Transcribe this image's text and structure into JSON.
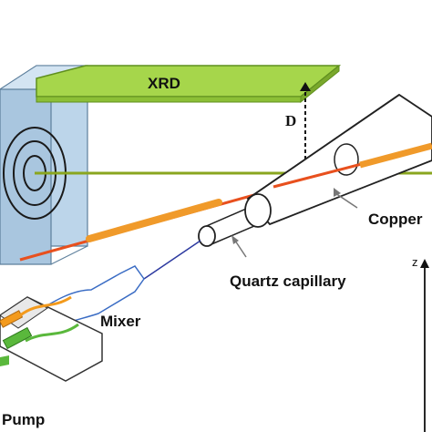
{
  "labels": {
    "xrd": "XRD",
    "d": "D",
    "copper": "Copper",
    "quartz_capillary": "Quartz capillary",
    "mixer": "Mixer",
    "pump": "Pump",
    "z_axis": "z"
  },
  "colors": {
    "xrd_plate": "#a6d64b",
    "xrd_plate_edge": "#5f8f1e",
    "beam_line": "#8aa61f",
    "detector_panel": "#bcd5ea",
    "laser_red": "#e8501e",
    "sample_orange": "#f09a2a",
    "tube_blue": "#3a6cc4",
    "tube_orange": "#f39a1c",
    "tube_green": "#5ab83c"
  }
}
